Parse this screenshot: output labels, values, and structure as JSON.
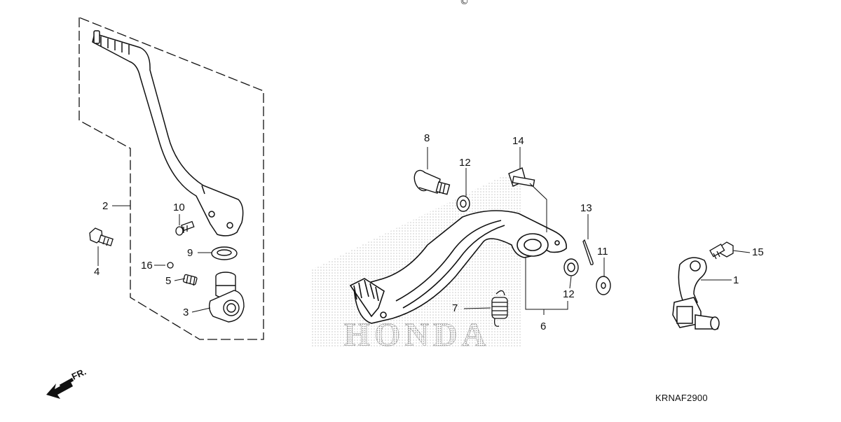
{
  "diagram": {
    "code": "KRNAF2900",
    "copyright_mark": "©",
    "direction_label": "FR.",
    "watermark": "HONDA",
    "callouts": [
      {
        "id": "c1",
        "label": "1"
      },
      {
        "id": "c2",
        "label": "2"
      },
      {
        "id": "c3",
        "label": "3"
      },
      {
        "id": "c4",
        "label": "4"
      },
      {
        "id": "c5",
        "label": "5"
      },
      {
        "id": "c6",
        "label": "6"
      },
      {
        "id": "c7",
        "label": "7"
      },
      {
        "id": "c8",
        "label": "8"
      },
      {
        "id": "c9",
        "label": "9"
      },
      {
        "id": "c10",
        "label": "10"
      },
      {
        "id": "c11",
        "label": "11"
      },
      {
        "id": "c12a",
        "label": "12"
      },
      {
        "id": "c12b",
        "label": "12"
      },
      {
        "id": "c13",
        "label": "13"
      },
      {
        "id": "c14",
        "label": "14"
      },
      {
        "id": "c15",
        "label": "15"
      },
      {
        "id": "c16",
        "label": "16"
      }
    ]
  },
  "colors": {
    "line": "#111111",
    "dot": "#9a9a9a"
  }
}
